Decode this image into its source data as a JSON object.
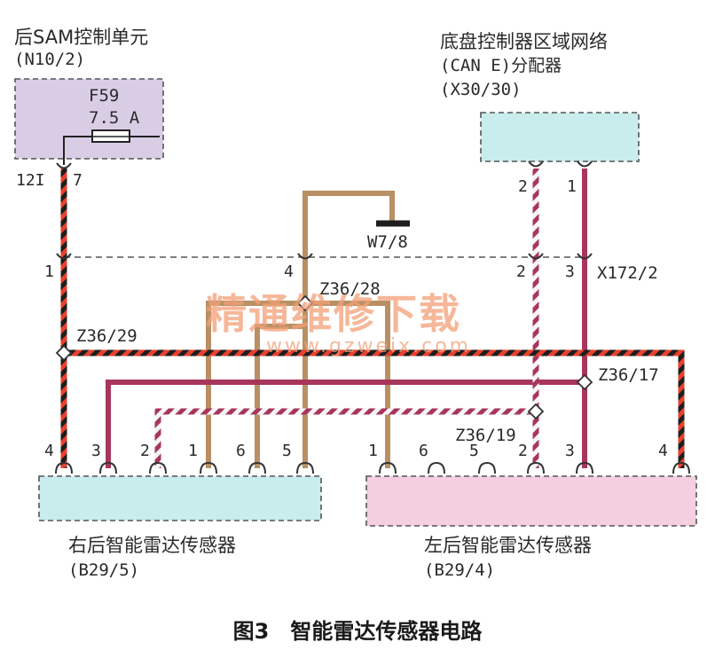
{
  "title_caption": "图3　智能雷达传感器电路",
  "watermark": {
    "cn": "精通维修下载",
    "url": "www.gzweix.com"
  },
  "rear_sam": {
    "name": "后SAM控制单元",
    "code": "(N10/2)",
    "fuse": "F59",
    "rating": "7.5 A",
    "connector": "12I",
    "pin": "7"
  },
  "chassis_can": {
    "name": "底盘控制器区域网络",
    "name2": "(CAN E)分配器",
    "code": "(X30/30)",
    "pin_a": "2",
    "pin_b": "1"
  },
  "ground": {
    "label": "W7/8"
  },
  "connector_x172": {
    "label": "X172/2",
    "pins": [
      "1",
      "4",
      "2",
      "3"
    ]
  },
  "splices": {
    "z36_28": "Z36/28",
    "z36_29": "Z36/29",
    "z36_17": "Z36/17",
    "z36_19": "Z36/19"
  },
  "right_sensor": {
    "name": "右后智能雷达传感器",
    "code": "(B29/5)",
    "pins": [
      "4",
      "3",
      "2",
      "1",
      "6",
      "5"
    ]
  },
  "left_sensor": {
    "name": "左后智能雷达传感器",
    "code": "(B29/4)",
    "pins": [
      "1",
      "6",
      "5",
      "2",
      "3",
      "4"
    ]
  },
  "colors": {
    "power_red": "#e8402e",
    "power_black": "#1e1e1e",
    "brown": "#b89064",
    "violet": "#a8365c",
    "white": "#f4f4f4",
    "module_purple": "#d9cde6",
    "module_cyan": "#c9ecec",
    "module_pink": "#f4cfe0"
  }
}
